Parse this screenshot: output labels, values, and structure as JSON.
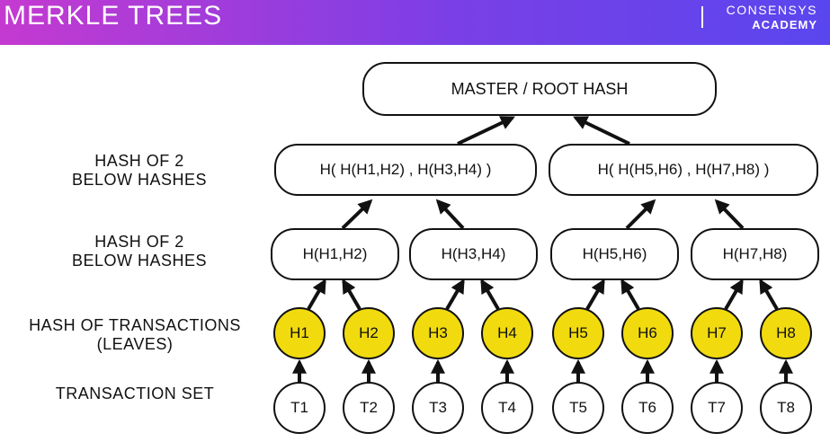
{
  "header": {
    "title": "MERKLE TREES",
    "brand_line1": "CONSENSYS",
    "brand_line2": "ACADEMY"
  },
  "colors": {
    "leaf_fill": "#f1db0e",
    "stroke": "#111111",
    "header_gradient_start": "#c43ad0",
    "header_gradient_end": "#5a46ee"
  },
  "row_labels": {
    "level2_line1": "HASH OF 2",
    "level2_line2": "BELOW HASHES",
    "level1_line1": "HASH OF 2",
    "level1_line2": "BELOW HASHES",
    "leaves_line1": "HASH OF TRANSACTIONS",
    "leaves_line2": "(LEAVES)",
    "transactions": "TRANSACTION SET"
  },
  "root": {
    "label": "MASTER / ROOT HASH"
  },
  "level2": [
    {
      "label": "H( H(H1,H2) , H(H3,H4) )"
    },
    {
      "label": "H( H(H5,H6) , H(H7,H8) )"
    }
  ],
  "level1": [
    {
      "label": "H(H1,H2)"
    },
    {
      "label": "H(H3,H4)"
    },
    {
      "label": "H(H5,H6)"
    },
    {
      "label": "H(H7,H8)"
    }
  ],
  "leaves": [
    {
      "label": "H1"
    },
    {
      "label": "H2"
    },
    {
      "label": "H3"
    },
    {
      "label": "H4"
    },
    {
      "label": "H5"
    },
    {
      "label": "H6"
    },
    {
      "label": "H7"
    },
    {
      "label": "H8"
    }
  ],
  "transactions": [
    {
      "label": "T1"
    },
    {
      "label": "T2"
    },
    {
      "label": "T3"
    },
    {
      "label": "T4"
    },
    {
      "label": "T5"
    },
    {
      "label": "T6"
    },
    {
      "label": "T7"
    },
    {
      "label": "T8"
    }
  ]
}
